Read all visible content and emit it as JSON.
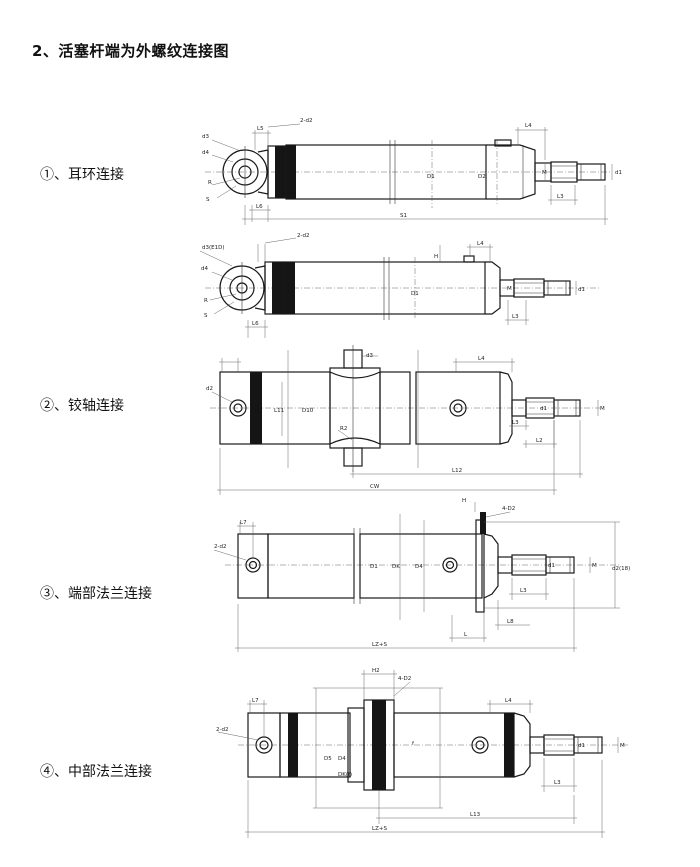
{
  "title": "2、活塞杆端为外螺纹连接图",
  "sections": [
    {
      "label": "①、耳环连接"
    },
    {
      "label": "②、铰轴连接"
    },
    {
      "label": "③、端部法兰连接"
    },
    {
      "label": "④、中部法兰连接"
    }
  ],
  "dims": {
    "s1": {
      "d3": "d3",
      "d4": "d4",
      "r": "R",
      "s": "S",
      "l5": "L5",
      "l6": "L6",
      "two_d2": "2-d2",
      "d1": "D1",
      "d2_big": "D2",
      "l4": "L4",
      "l3": "L3",
      "m": "M",
      "s1": "S1",
      "d1_rod": "d1"
    },
    "s1b": {
      "d3": "d3(E1D)",
      "d4": "d4",
      "r": "R",
      "s": "S",
      "l6": "L6",
      "two_d2": "2-d2",
      "d1": "D1",
      "l4": "L4",
      "l3": "L3",
      "m": "M",
      "d1_rod": "d1",
      "h": "H"
    },
    "s2": {
      "d3": "d3",
      "d2": "d2",
      "l11": "L11",
      "d10": "D10",
      "r2": "R2",
      "l4": "L4",
      "l3": "L3",
      "l2": "L2",
      "l12": "L12",
      "cw": "CW",
      "d1": "d1",
      "m": "M"
    },
    "s3": {
      "l7": "L7",
      "two_d2": "2-d2",
      "four_d": "4-D2",
      "h": "H",
      "d1": "D1",
      "dk": "DK",
      "d4": "D4",
      "d2_18": "d2(18)",
      "l3": "L3",
      "l8": "L8",
      "l": "L",
      "lz": "LZ+S",
      "d1_rod": "d1",
      "m": "M"
    },
    "s4": {
      "l7": "L7",
      "two_d2": "2-d2",
      "four_d": "4-D2",
      "h2": "H2",
      "d5": "D5",
      "d4": "D4",
      "dk": "DK(f)",
      "l4": "L4",
      "l3": "L3",
      "l13": "L13",
      "lz": "LZ+S",
      "d1_rod": "d1",
      "m": "M",
      "f": "f"
    }
  }
}
